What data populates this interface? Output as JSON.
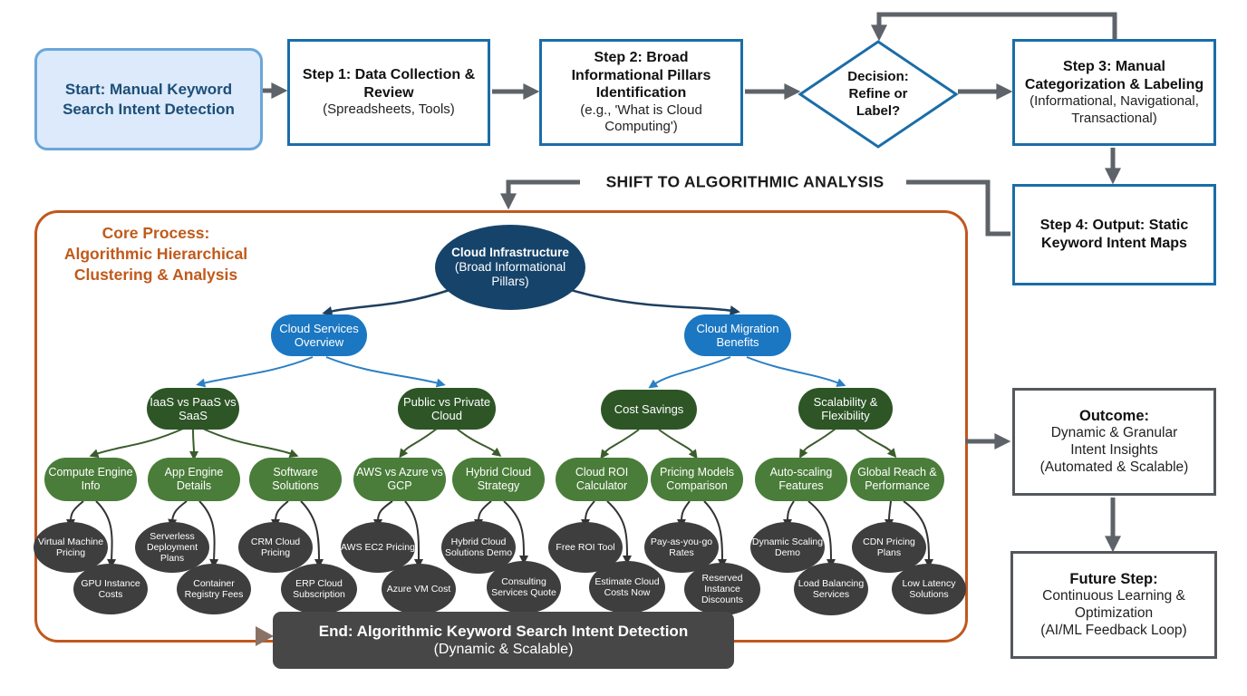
{
  "top_flow": {
    "start_label": "Start: Manual Keyword Search Intent Detection",
    "step1_title": "Step 1: Data Collection & Review",
    "step1_sub": "(Spreadsheets, Tools)",
    "step2_title": "Step 2: Broad Informational Pillars Identification",
    "step2_sub": "(e.g., 'What is Cloud Computing')",
    "decision_label": "Decision: Refine or Label?",
    "step3_title": "Step 3: Manual Categorization & Labeling",
    "step3_sub": "(Informational, Navigational, Transactional)",
    "step4_title": "Step 4: Output: Static Keyword Intent Maps",
    "shift_label": "SHIFT TO ALGORITHMIC ANALYSIS"
  },
  "core": {
    "title_line1": "Core Process:",
    "title_line2": "Algorithmic Hierarchical",
    "title_line3": "Clustering & Analysis",
    "root_title": "Cloud Infrastructure",
    "root_sub": "(Broad Informational Pillars)",
    "level2": [
      "Cloud Services Overview",
      "Cloud Migration Benefits"
    ],
    "level3": [
      "IaaS vs PaaS vs SaaS",
      "Public vs Private Cloud",
      "Cost Savings",
      "Scalability & Flexibility"
    ],
    "level4": [
      "Compute Engine Info",
      "App Engine Details",
      "Software Solutions",
      "AWS vs Azure vs GCP",
      "Hybrid Cloud Strategy",
      "Cloud ROI Calculator",
      "Pricing Models Comparison",
      "Auto-scaling Features",
      "Global Reach & Performance"
    ],
    "leaves": [
      "Virtual Machine Pricing",
      "GPU Instance Costs",
      "Serverless Deployment Plans",
      "Container Registry Fees",
      "CRM Cloud Pricing",
      "ERP Cloud Subscription",
      "AWS EC2 Pricing",
      "Azure VM Cost",
      "Hybrid Cloud Solutions Demo",
      "Consulting Services Quote",
      "Free ROI Tool",
      "Estimate Cloud Costs Now",
      "Pay-as-you-go Rates",
      "Reserved Instance Discounts",
      "Dynamic Scaling Demo",
      "Load Balancing Services",
      "CDN Pricing Plans",
      "Low Latency Solutions"
    ],
    "end_title": "End: Algorithmic Keyword Search Intent Detection",
    "end_sub": "(Dynamic & Scalable)"
  },
  "right_flow": {
    "outcome_title": "Outcome:",
    "outcome_line1": "Dynamic & Granular",
    "outcome_line2": "Intent Insights",
    "outcome_line3": "(Automated & Scalable)",
    "future_title": "Future Step:",
    "future_line1": "Continuous Learning &",
    "future_line2": "Optimization",
    "future_line3": "(AI/ML Feedback Loop)"
  },
  "colors": {
    "accent_orange": "#c2571d",
    "box_border_blue": "#1a6da8",
    "arrow_gray": "#5d6368",
    "node_navy": "#16436a",
    "node_blue": "#1b77c2",
    "node_dark_green": "#2d5526",
    "node_green": "#4a7d39",
    "node_gray": "#3e3e3e",
    "end_bar_gray": "#474747"
  }
}
